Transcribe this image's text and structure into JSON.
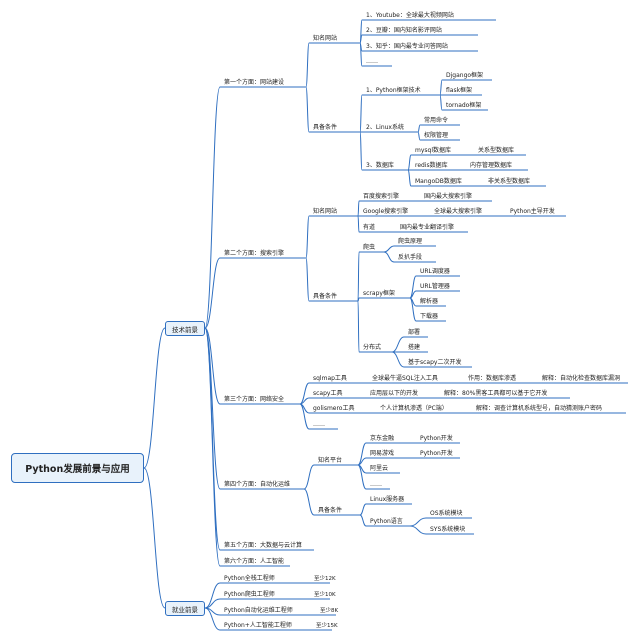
{
  "root": "Python发展前景与应用",
  "categories": {
    "tech": "技术前景",
    "job": "就业前景"
  },
  "nodes": {
    "a1": "第一个方面：网站建设",
    "a1_known": "知名网站",
    "a1_k1": "1、Youtube：全球最大视频网站",
    "a1_k2": "2、豆瓣：国内知名影评网站",
    "a1_k3": "3、知乎：国内最专业问答网站",
    "a1_k4": "……",
    "a1_cond": "具备条件",
    "a1_py": "1、Python框架技术",
    "a1_django": "Djgango框架",
    "a1_flask": "flask框架",
    "a1_tornado": "tornado框架",
    "a1_linux": "2、Linux系统",
    "a1_cmd": "常用命令",
    "a1_perm": "权限管理",
    "a1_db": "3、数据库",
    "a1_mysql": "mysql数据库",
    "a1_mysql_d": "关系型数据库",
    "a1_redis": "redis数据库",
    "a1_redis_d": "内存管理数据库",
    "a1_mongo": "MangoDB数据库",
    "a1_mongo_d": "非关系型数据库",
    "a2": "第二个方面：搜索引擎",
    "a2_known": "知名网站",
    "a2_baidu": "百度搜索引擎",
    "a2_baidu_d": "国内最大搜索引擎",
    "a2_google": "Google搜索引擎",
    "a2_google_d": "全球最大搜索引擎",
    "a2_google_d2": "Python主导开发",
    "a2_youdao": "有道",
    "a2_youdao_d": "国内最专业翻译引擎",
    "a2_cond": "具备条件",
    "a2_spider": "爬虫",
    "a2_spider_1": "爬虫原理",
    "a2_spider_2": "反扒手段",
    "a2_scrapy": "scrapy框架",
    "a2_scrapy_1": "URL调度器",
    "a2_scrapy_2": "URL管理器",
    "a2_scrapy_3": "解析器",
    "a2_scrapy_4": "下载器",
    "a2_dist": "分布式",
    "a2_dist_1": "部署",
    "a2_dist_2": "搭建",
    "a2_dist_3": "基于scapy二次开发",
    "a3": "第三个方面：网络安全",
    "a3_sqlmap": "sqlmap工具",
    "a3_sqlmap_1": "全球最牛逼SQL注入工具",
    "a3_sqlmap_2": "作用：数据库渗透",
    "a3_sqlmap_3": "解释：自动化检查数据库漏洞",
    "a3_scapy": "scapy工具",
    "a3_scapy_1": "应用层以下的开发",
    "a3_scapy_2": "解释：80%黑客工具都可以基于它开发",
    "a3_golis": "golismero工具",
    "a3_golis_1": "个人计算机渗透（PC端）",
    "a3_golis_2": "解释：调查计算机系统型号，自动猜测账户密码",
    "a3_more": "……",
    "a4": "第四个方面：自动化运维",
    "a4_known": "知名平台",
    "a4_jd": "京东金融",
    "a4_jd_d": "Python开发",
    "a4_163": "网易游戏",
    "a4_163_d": "Python开发",
    "a4_aliyun": "阿里云",
    "a4_more": "……",
    "a4_cond": "具备条件",
    "a4_linux": "Linux服务器",
    "a4_pylang": "Python语言",
    "a4_os": "OS系统模块",
    "a4_sys": "SYS系统模块",
    "a5": "第五个方面：大数据与云计算",
    "a6": "第六个方面：人工智能",
    "j1": "Python全栈工程师",
    "j1_s": "至少12K",
    "j2": "Python爬虫工程师",
    "j2_s": "至少10K",
    "j3": "Python自动化运维工程师",
    "j3_s": "至少8K",
    "j4": "Python+人工智能工程师",
    "j4_s": "至少15K"
  },
  "colors": {
    "line": "#2f6fc0",
    "node_fill": "#e8f2fb",
    "text": "#222222"
  }
}
